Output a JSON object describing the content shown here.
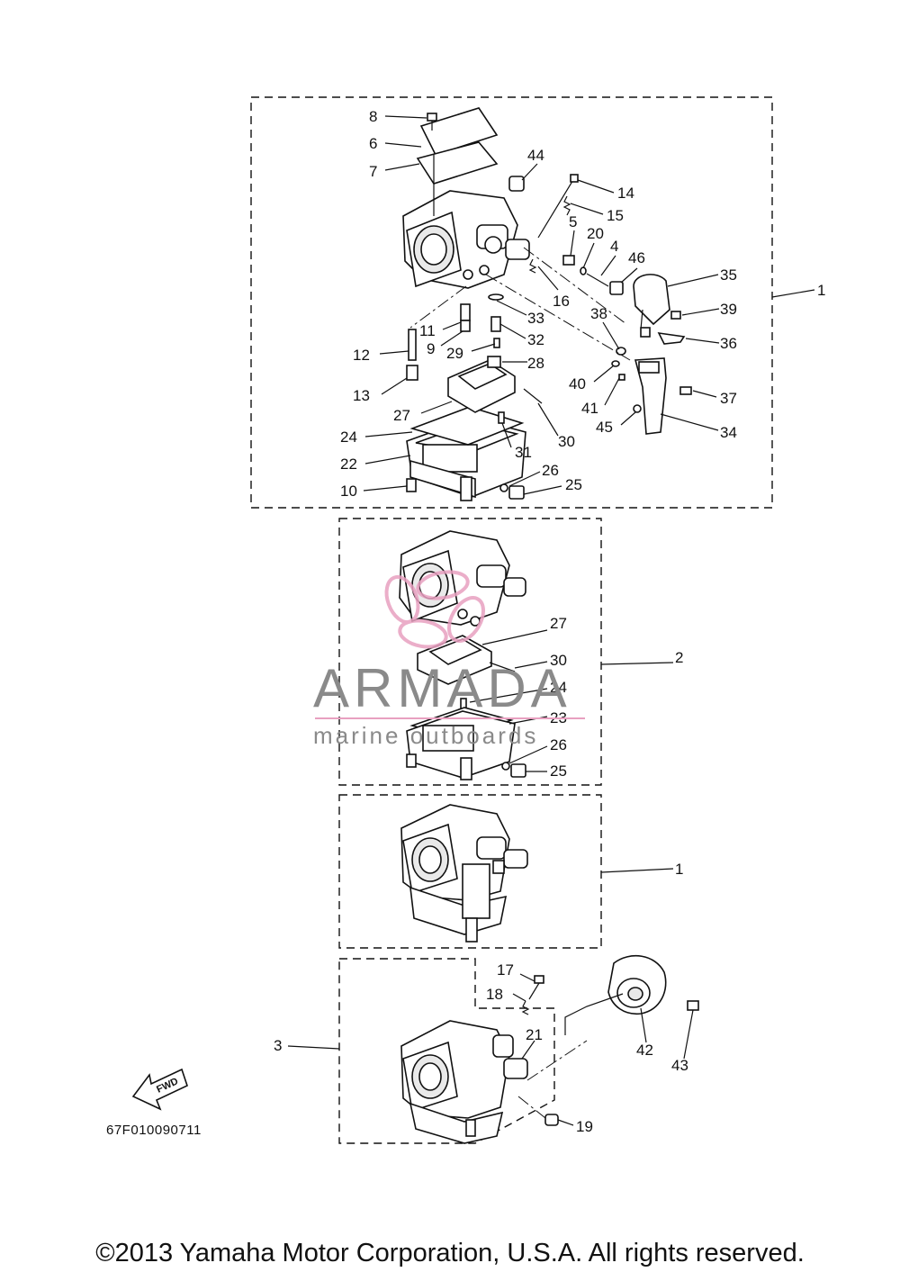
{
  "diagram": {
    "callouts": {
      "c8": "8",
      "c6": "6",
      "c7": "7",
      "c44": "44",
      "c14": "14",
      "c15": "15",
      "c5": "5",
      "c20": "20",
      "c4": "4",
      "c46": "46",
      "c35": "35",
      "c1a": "1",
      "c16": "16",
      "c33": "33",
      "c11": "11",
      "c9": "9",
      "c32": "32",
      "c38": "38",
      "c39": "39",
      "c36": "36",
      "c12": "12",
      "c29": "29",
      "c28": "28",
      "c13": "13",
      "c40": "40",
      "c37": "37",
      "c41": "41",
      "c27a": "27",
      "c45": "45",
      "c34": "34",
      "c30a": "30",
      "c24a": "24",
      "c31": "31",
      "c22": "22",
      "c26a": "26",
      "c10": "10",
      "c25a": "25",
      "c27b": "27",
      "c2": "2",
      "c30b": "30",
      "c24b": "24",
      "c23": "23",
      "c26b": "26",
      "c25b": "25",
      "c1b": "1",
      "c17": "17",
      "c18": "18",
      "c21": "21",
      "c3": "3",
      "c42": "42",
      "c43": "43",
      "c19": "19"
    },
    "fwd_label": "FWD",
    "reference_code": "67F010090711"
  },
  "watermark": {
    "brand": "ARMADA",
    "tagline": "marine outboards",
    "accent_color": "#e8a0c0",
    "text_color": "#8a8a8a"
  },
  "footer": {
    "copyright": "©2013 Yamaha Motor Corporation, U.S.A. All rights reserved."
  }
}
